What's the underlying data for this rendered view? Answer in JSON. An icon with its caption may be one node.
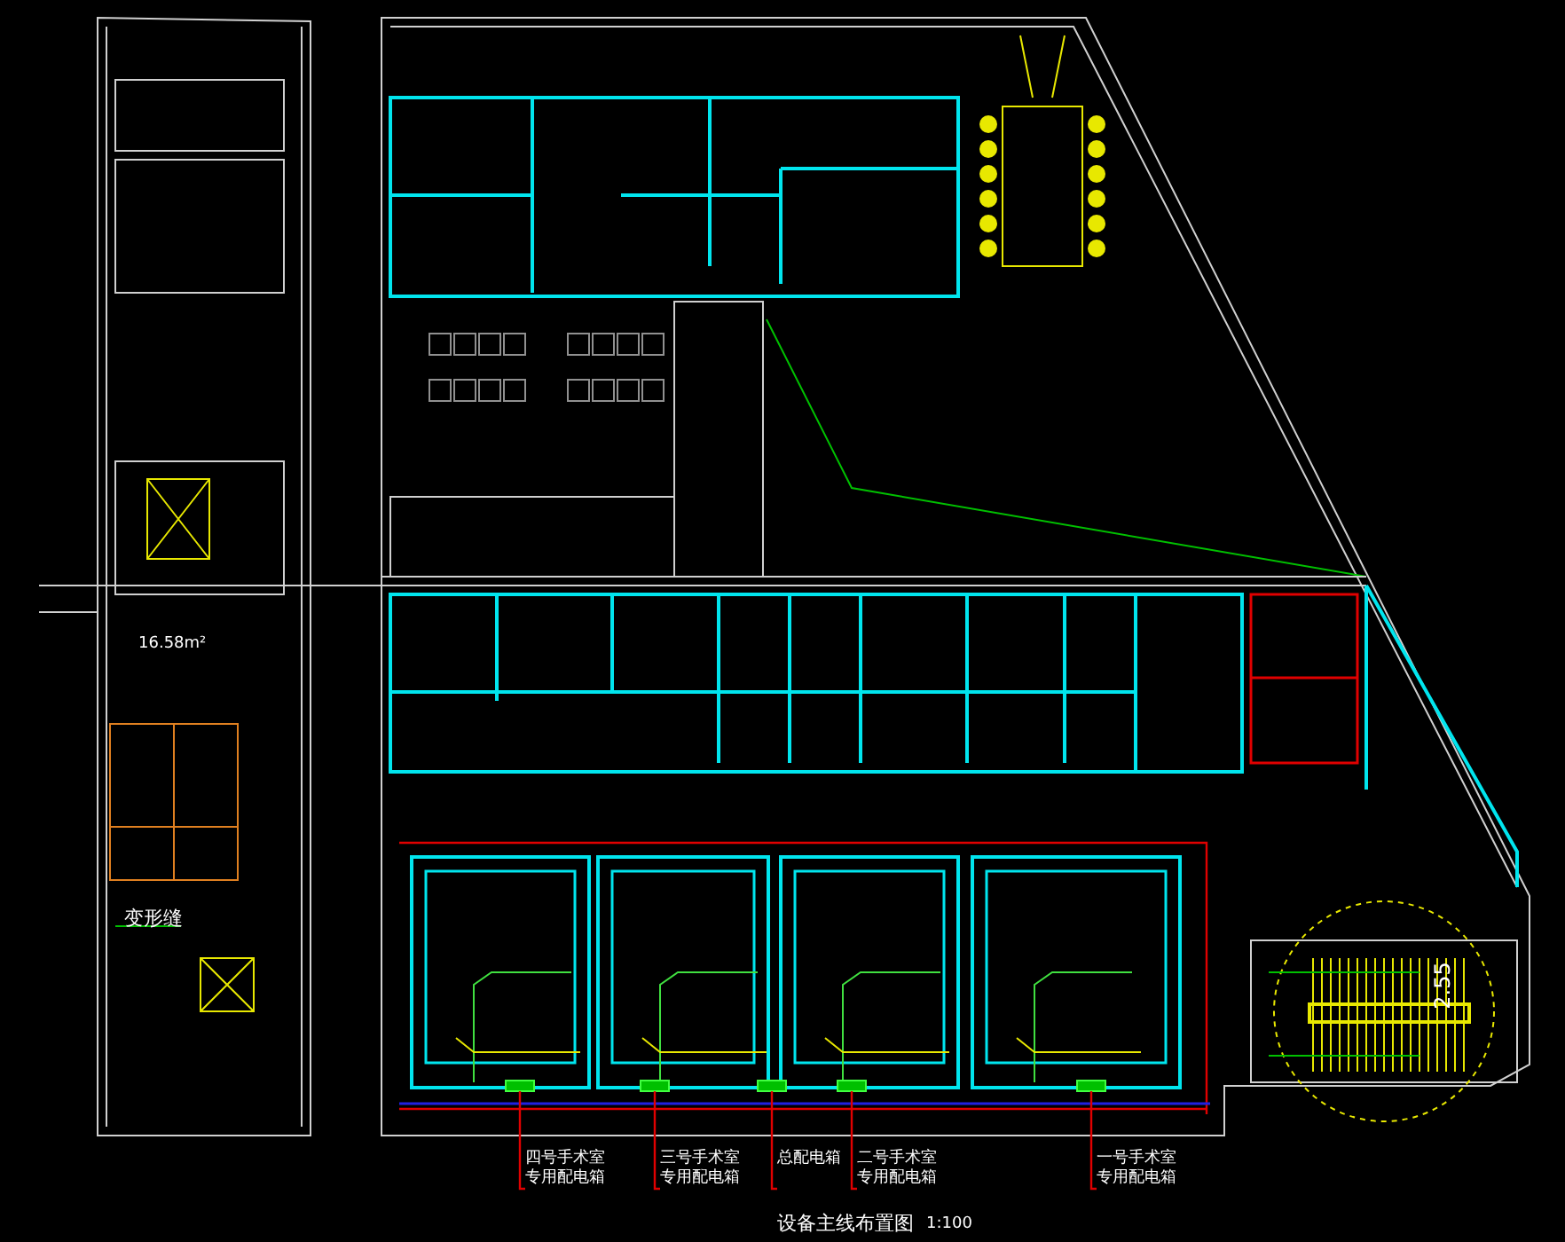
{
  "diagram": {
    "title": "设备主线布置图",
    "nodes": [
      {
        "text": [
          "四号手术室专用配电箱"
        ]
      },
      {
        "text": [
          "三号手术室专用配电箱"
        ]
      },
      {
        "text": [
          "总配电箱"
        ]
      },
      {
        "text": [
          "二号手术室专用配电箱"
        ]
      },
      {
        "text": [
          "一号手术室专用配电箱"
        ]
      },
      {
        "text": [],
        "shape": "box"
      },
      {
        "text": [],
        "shape": "box"
      },
      {
        "text": [],
        "shape": "box"
      },
      {
        "text": [],
        "shape": "box"
      },
      {
        "text": [],
        "shape": "box"
      }
    ],
    "edges": [
      {
        "from": 0,
        "to": 5,
        "arrow": "none"
      },
      {
        "from": 1,
        "to": 6,
        "arrow": "none"
      },
      {
        "from": 2,
        "to": 7,
        "arrow": "none"
      },
      {
        "from": 3,
        "to": 8,
        "arrow": "none"
      },
      {
        "from": 4,
        "to": 9,
        "arrow": "none"
      }
    ],
    "labels": [
      "16.58m²",
      "变形缝",
      "2.55",
      "1:100"
    ]
  }
}
